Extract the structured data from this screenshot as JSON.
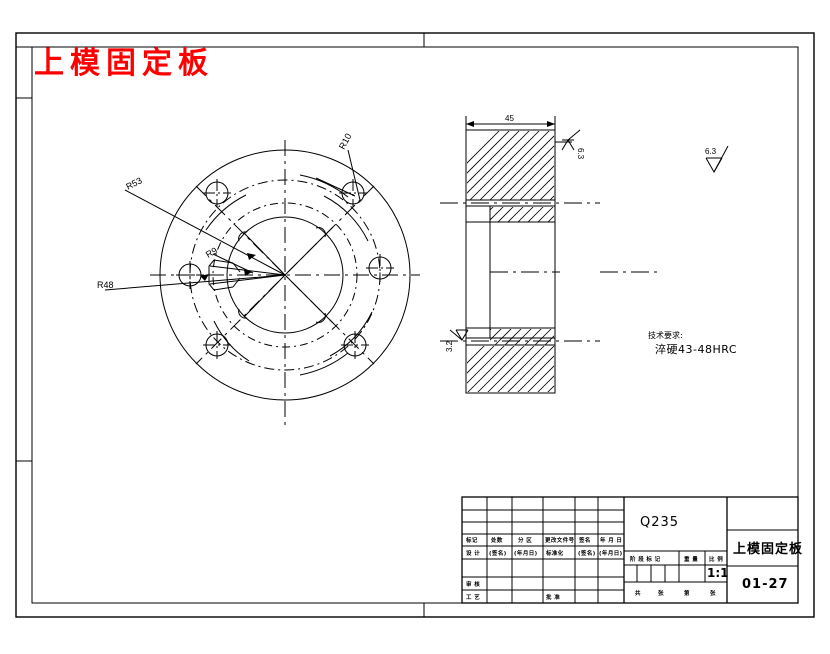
{
  "drawing": {
    "title_red": "上模固定板",
    "sheet_border": true
  },
  "views": {
    "front_view_name": "circular-plate-front-view",
    "section_view_name": "plate-section-view",
    "section_width_dim": "45"
  },
  "dimensions": {
    "r53": "R53",
    "r48": "R48",
    "r9": "R9",
    "r10": "R10",
    "width": "45"
  },
  "roughness": {
    "general": "6.3",
    "top_face": "6.3",
    "bore_face": "3.2"
  },
  "notes": {
    "heading": "技术要求:",
    "line1": "淬硬43-48HRC"
  },
  "title_block": {
    "material": "Q235",
    "part_name": "上模固定板",
    "drawing_number": "01-27",
    "scale": "1:1",
    "rev_header": [
      "标记",
      "处数",
      "分 区",
      "更改文件号",
      "签名",
      "年 月 日"
    ],
    "role_row": [
      "设 计",
      "(签名)",
      "(年月日)",
      "标准化",
      "(签名)",
      "(年月日)"
    ],
    "left_rows": [
      "审 核",
      "工 艺"
    ],
    "left_rows_extra": "批 准",
    "stage_header": [
      "阶 段 标 记",
      "重 量",
      "比 例"
    ],
    "sheet_footer": [
      "共",
      "张",
      "第",
      "张"
    ]
  }
}
